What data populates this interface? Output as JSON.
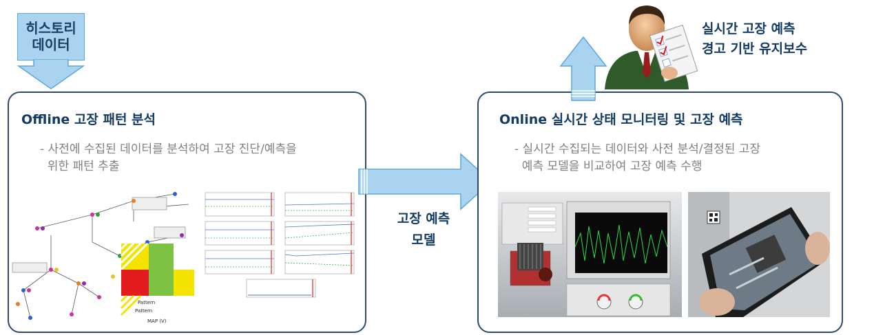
{
  "history_box": {
    "line1": "히스토리",
    "line2": "데이터"
  },
  "offline_panel": {
    "title": "Offline 고장 패턴 분석",
    "desc_line1": "- 사전에 수집된 데이터를 분석하여 고장 진단/예측을",
    "desc_line2": "  위한 패턴 추출"
  },
  "middle_label": {
    "line1": "고장 예측",
    "line2": "모델"
  },
  "online_panel": {
    "title": "Online 실시간 상태 모니터링 및 고장 예측",
    "desc_line1": "- 실시간 수집되는 데이터와 사전 분석/결정된 고장",
    "desc_line2": "  예측 모델을 비교하여 고장 예측 수행"
  },
  "right_caption": {
    "line1": "실시간 고장 예측",
    "line2": "경고 기반 유지보수"
  },
  "images": {
    "pattern_label_a": "Pattern",
    "pattern_label_b": "Pattern",
    "map_axis_label": "MAP (V)"
  },
  "colors": {
    "arrow_fill": "#a9d3ef",
    "arrow_stroke": "#5aa8d8",
    "panel_border": "#2b4a73",
    "title_text": "#123a63",
    "desc_text": "#7f7f7f"
  }
}
